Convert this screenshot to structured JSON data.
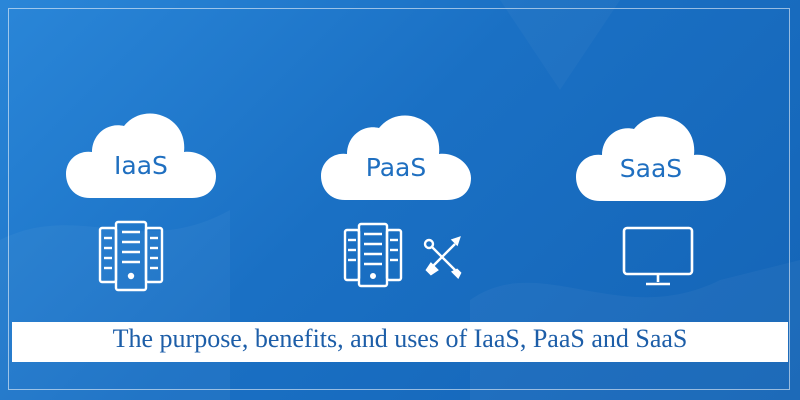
{
  "clouds": [
    {
      "label": "IaaS",
      "icon": "server-rack-icon"
    },
    {
      "label": "PaaS",
      "icon": "server-rack-tools-icon"
    },
    {
      "label": "SaaS",
      "icon": "monitor-icon"
    }
  ],
  "caption": "The purpose, benefits, and uses of IaaS, PaaS and SaaS",
  "colors": {
    "background": "#1a70c4",
    "cloud_fill": "#ffffff",
    "cloud_text": "#1f6fc0",
    "caption_text": "#1d5ea8"
  }
}
